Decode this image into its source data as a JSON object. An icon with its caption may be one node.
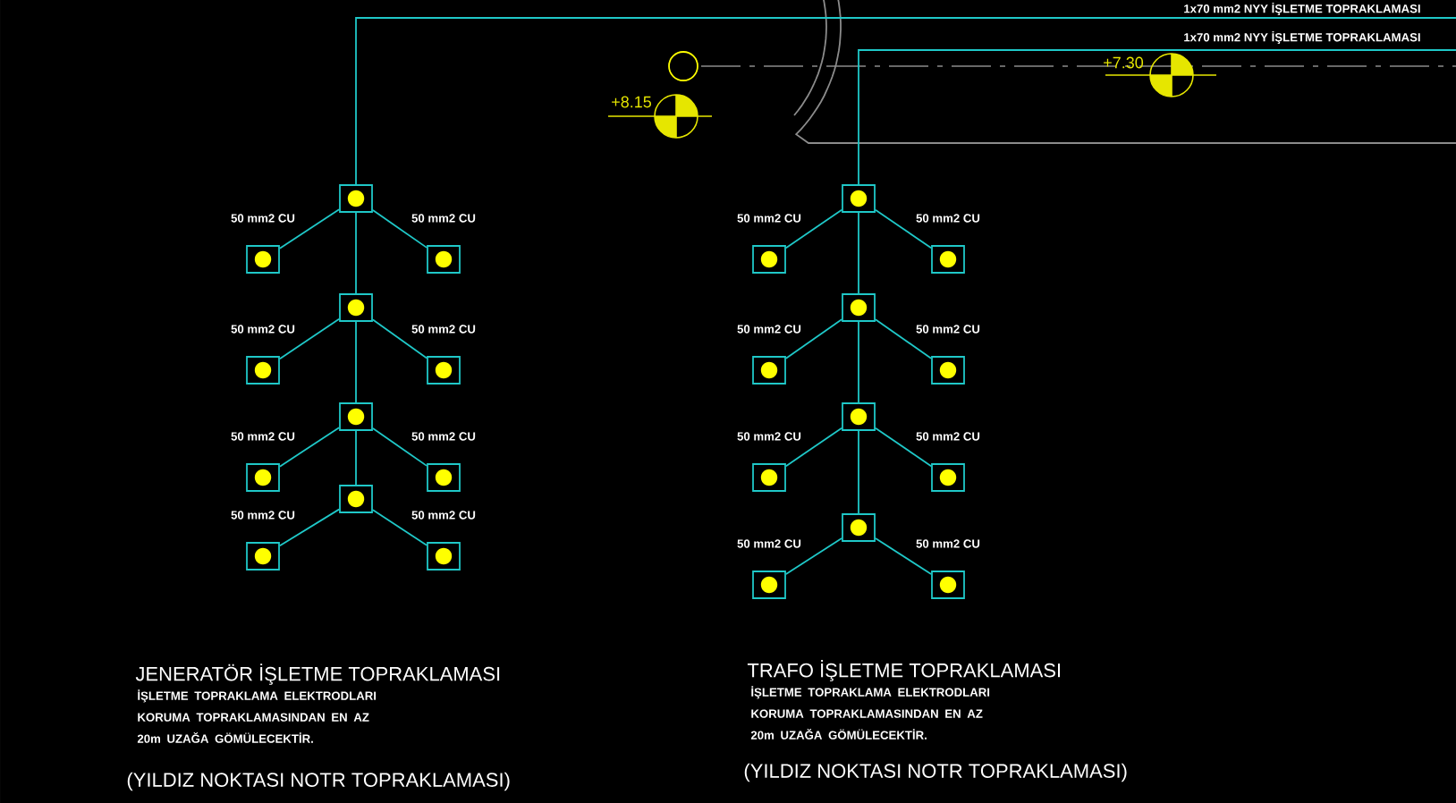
{
  "diagram": {
    "nodes": [
      {
        "text": [],
        "shape": "box"
      },
      {
        "text": [],
        "shape": "box",
        "beside": [
          "50 mm2 CU"
        ]
      },
      {
        "text": [],
        "shape": "box",
        "beside": [
          "50 mm2 CU"
        ]
      },
      {
        "text": [],
        "shape": "box"
      },
      {
        "text": [],
        "shape": "box",
        "beside": [
          "50 mm2 CU"
        ]
      },
      {
        "text": [],
        "shape": "box",
        "beside": [
          "50 mm2 CU"
        ]
      },
      {
        "text": [],
        "shape": "box"
      },
      {
        "text": [],
        "shape": "box",
        "beside": [
          "50 mm2 CU"
        ]
      },
      {
        "text": [],
        "shape": "box",
        "beside": [
          "50 mm2 CU"
        ]
      },
      {
        "text": [],
        "shape": "box"
      },
      {
        "text": [],
        "shape": "box",
        "beside": [
          "50 mm2 CU"
        ]
      },
      {
        "text": [],
        "shape": "box",
        "beside": [
          "50 mm2 CU"
        ]
      },
      {
        "text": [],
        "shape": "box"
      },
      {
        "text": [],
        "shape": "box",
        "beside": [
          "50 mm2 CU"
        ]
      },
      {
        "text": [],
        "shape": "box",
        "beside": [
          "50 mm2 CU"
        ]
      },
      {
        "text": [],
        "shape": "box"
      },
      {
        "text": [],
        "shape": "box",
        "beside": [
          "50 mm2 CU"
        ]
      },
      {
        "text": [],
        "shape": "box",
        "beside": [
          "50 mm2 CU"
        ]
      },
      {
        "text": [],
        "shape": "box"
      },
      {
        "text": [],
        "shape": "box",
        "beside": [
          "50 mm2 CU"
        ]
      },
      {
        "text": [],
        "shape": "box",
        "beside": [
          "50 mm2 CU"
        ]
      },
      {
        "text": [],
        "shape": "box"
      },
      {
        "text": [],
        "shape": "box",
        "beside": [
          "50 mm2 CU"
        ]
      },
      {
        "text": [],
        "shape": "box",
        "beside": [
          "50 mm2 CU"
        ]
      }
    ],
    "edges": [
      {
        "from": null,
        "to": 0,
        "arrow": "none",
        "label": "1x70 mm2 NYY İŞLETME TOPRAKLAMASI"
      },
      {
        "from": 0,
        "to": 1,
        "arrow": "none"
      },
      {
        "from": 0,
        "to": 2,
        "arrow": "none"
      },
      {
        "from": 0,
        "to": 3,
        "arrow": "none"
      },
      {
        "from": 3,
        "to": 4,
        "arrow": "none"
      },
      {
        "from": 3,
        "to": 5,
        "arrow": "none"
      },
      {
        "from": 3,
        "to": 6,
        "arrow": "none"
      },
      {
        "from": 6,
        "to": 7,
        "arrow": "none"
      },
      {
        "from": 6,
        "to": 8,
        "arrow": "none"
      },
      {
        "from": 6,
        "to": 9,
        "arrow": "none"
      },
      {
        "from": 9,
        "to": 10,
        "arrow": "none"
      },
      {
        "from": 9,
        "to": 11,
        "arrow": "none"
      },
      {
        "from": null,
        "to": 12,
        "arrow": "none",
        "label": "1x70 mm2 NYY İŞLETME TOPRAKLAMASI"
      },
      {
        "from": 12,
        "to": 13,
        "arrow": "none"
      },
      {
        "from": 12,
        "to": 14,
        "arrow": "none"
      },
      {
        "from": 12,
        "to": 15,
        "arrow": "none"
      },
      {
        "from": 15,
        "to": 16,
        "arrow": "none"
      },
      {
        "from": 15,
        "to": 17,
        "arrow": "none"
      },
      {
        "from": 15,
        "to": 18,
        "arrow": "none"
      },
      {
        "from": 18,
        "to": 19,
        "arrow": "none"
      },
      {
        "from": 18,
        "to": 20,
        "arrow": "none"
      },
      {
        "from": 18,
        "to": 21,
        "arrow": "none"
      },
      {
        "from": 21,
        "to": 22,
        "arrow": "none"
      },
      {
        "from": 21,
        "to": 23,
        "arrow": "none"
      }
    ],
    "labels": [
      "+8.15",
      "+7.30",
      "JENERATÖR İŞLETME TOPRAKLAMASI",
      "İŞLETME TOPRAKLAMA ELEKTRODLARI KORUMA TOPRAKLAMASINDAN EN AZ 20m UZAĞA GÖMÜLECEKTİR.",
      "(YILDIZ NOKTASI NOTR TOPRAKLAMASI)",
      "TRAFO İŞLETME TOPRAKLAMASI",
      "İŞLETME TOPRAKLAMA ELEKTRODLARI KORUMA TOPRAKLAMASINDAN EN AZ 20m UZAĞA GÖMÜLECEKTİR.",
      "(YILDIZ NOKTASI NOTR TOPRAKLAMASI)"
    ]
  }
}
